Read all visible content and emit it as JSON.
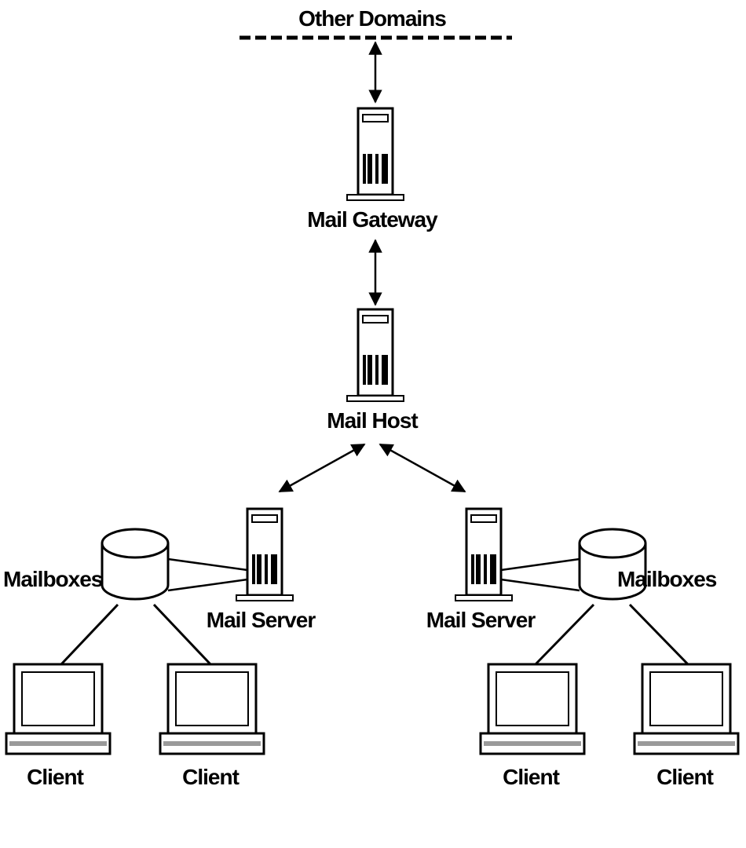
{
  "labels": {
    "other_domains": "Other Domains",
    "mail_gateway": "Mail Gateway",
    "mail_host": "Mail Host",
    "mail_server": "Mail Server",
    "mailboxes": "Mailboxes",
    "client": "Client"
  },
  "colors": {
    "ink": "#000000",
    "paper": "#ffffff",
    "shade": "#9a9a9a"
  }
}
